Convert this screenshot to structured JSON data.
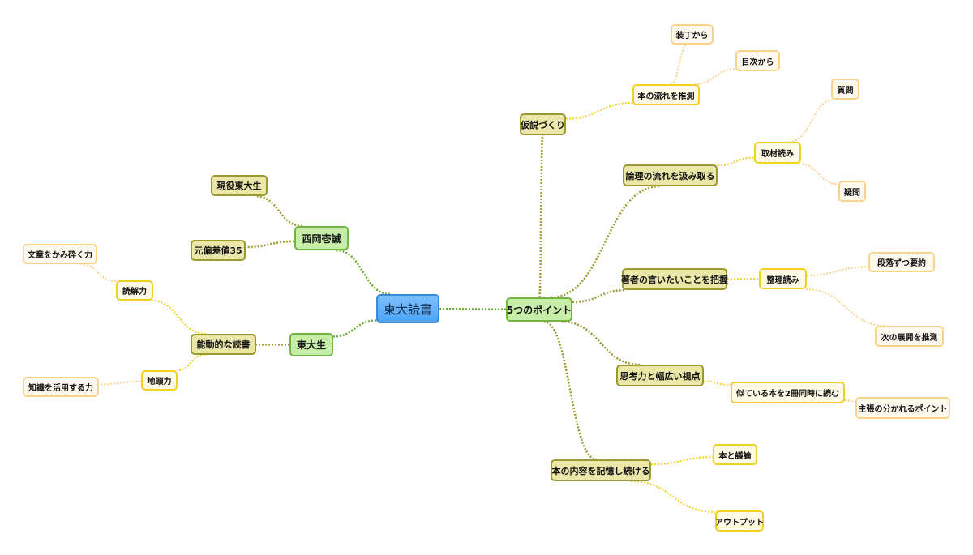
{
  "mindmap": {
    "root": "東大読書",
    "left": {
      "nishioka": {
        "label": "西岡壱誠",
        "children": [
          "現役東大生",
          "元偏差値35"
        ]
      },
      "todaisei": {
        "label": "東大生",
        "noudouteki": {
          "label": "能動的な読書",
          "dokkai": {
            "label": "読解力",
            "child": "文章をかみ砕く力"
          },
          "jiatama": {
            "label": "地頭力",
            "child": "知識を活用する力"
          }
        }
      }
    },
    "right": {
      "points": {
        "label": "5つのポイント",
        "kasetsu": {
          "label": "仮説づくり",
          "nagare": {
            "label": "本の流れを推測",
            "children": [
              "装丁から",
              "目次から"
            ]
          }
        },
        "ronri": {
          "label": "論理の流れを汲み取る",
          "shuzai": {
            "label": "取材読み",
            "children": [
              "質問",
              "疑問"
            ]
          }
        },
        "chosha": {
          "label": "著者の言いたいことを把握",
          "seiri": {
            "label": "整理読み",
            "children": [
              "段落ずつ要約",
              "次の展開を推測"
            ]
          }
        },
        "shikou": {
          "label": "思考力と幅広い視点",
          "niteiru": {
            "label": "似ている本を2冊同時に読む",
            "child": "主張の分かれるポイント"
          }
        },
        "kioku": {
          "label": "本の内容を記憶し続ける",
          "children": [
            "本と議論",
            "アウトプット"
          ]
        }
      }
    },
    "colors": {
      "root_link": "#6aaa2a",
      "l1_link": "#6aaa2a",
      "l2_link": "#9a9a30",
      "l3_link": "#f0d020",
      "l4_link": "#f7d48a"
    }
  }
}
